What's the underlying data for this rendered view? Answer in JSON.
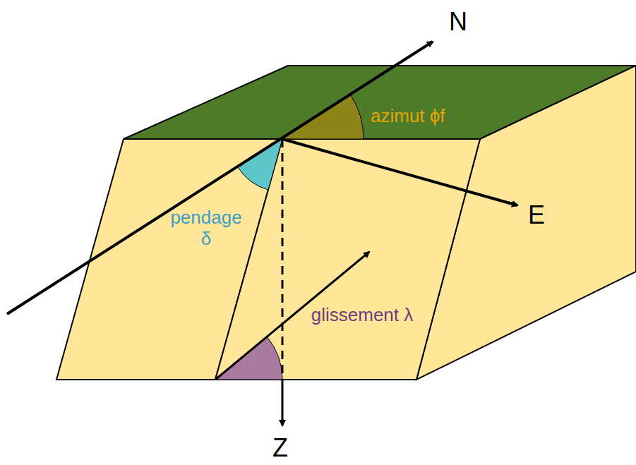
{
  "diagram": {
    "labels": [
      "N",
      "E",
      "Z",
      "azimut ϕf",
      "pendage δ",
      "glissement λ"
    ]
  }
}
